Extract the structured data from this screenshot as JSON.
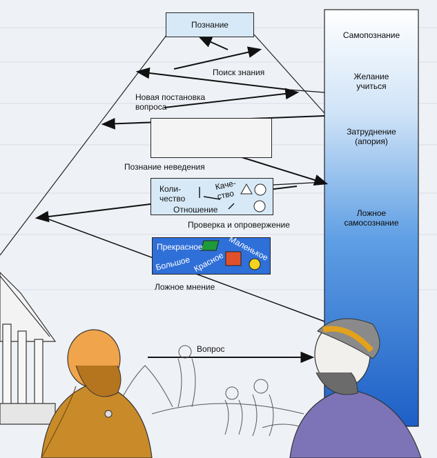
{
  "title_box": "Познание",
  "column": {
    "labels": [
      "Самопознание",
      "Желание учиться",
      "Затруднение (апория)",
      "Ложное самосознание"
    ]
  },
  "labels": {
    "search": "Поиск знания",
    "new_question": "Новая постановка вопроса",
    "ignorance": "Познание неведения",
    "verify": "Проверка и опровержение",
    "false_opinion": "Ложное мнение",
    "question": "Вопрос"
  },
  "categories_box": {
    "quantity": "Коли-\nчество",
    "quality": "Каче-\nство",
    "relation": "Отношение"
  },
  "opinion_box": {
    "beautiful": "Прекрасное",
    "small": "Маленькое",
    "big": "Большое",
    "red": "Красное"
  },
  "colors": {
    "column_top": "#ffffff",
    "column_bottom": "#1f63c8",
    "box_fill": "#d7e9f7",
    "opinion_fill": "#2f6fd8"
  }
}
